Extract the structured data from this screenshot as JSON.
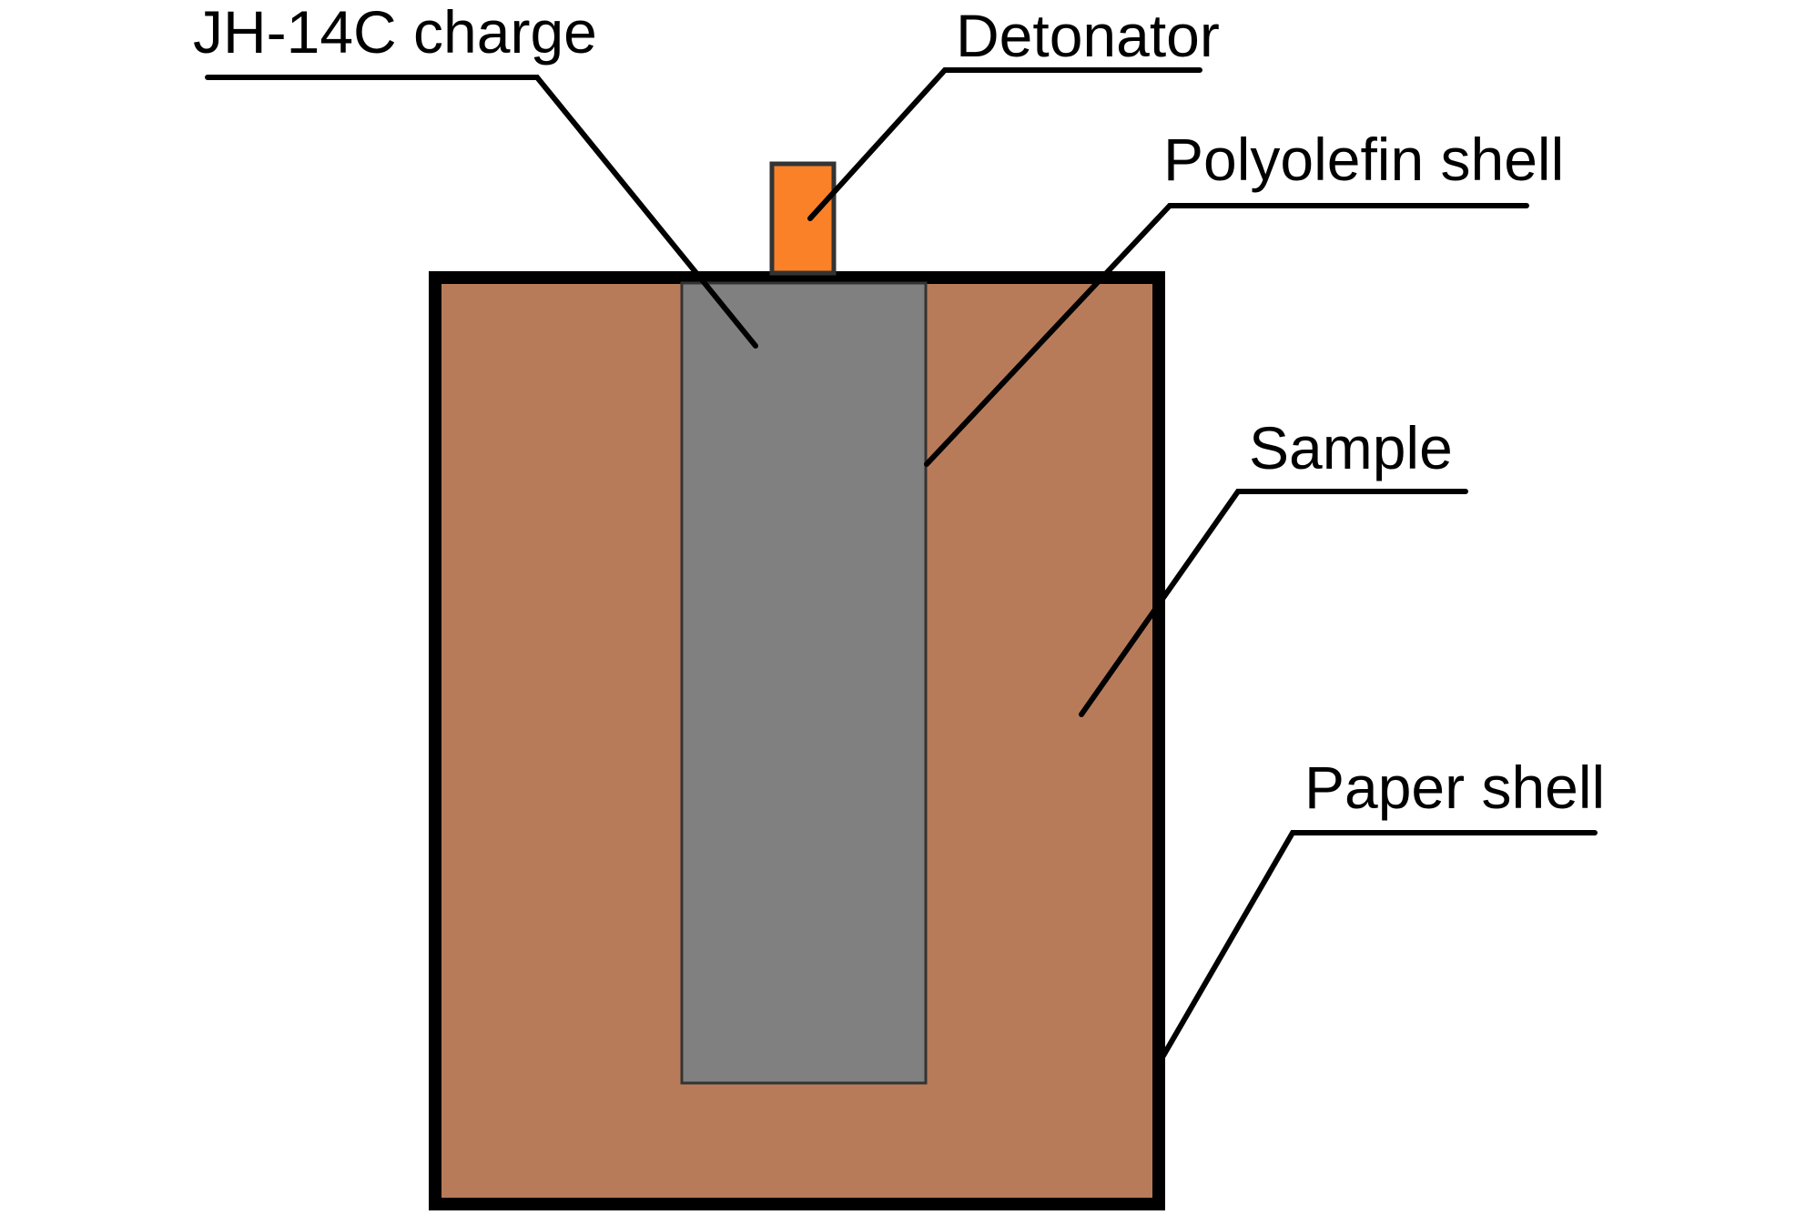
{
  "labels": {
    "charge": "JH-14C charge",
    "detonator": "Detonator",
    "polyolefin_shell": "Polyolefin shell",
    "sample": "Sample",
    "paper_shell": "Paper shell"
  },
  "colors": {
    "background": "#ffffff",
    "sample_fill": "#b87b5a",
    "charge_fill": "#808080",
    "detonator_fill": "#fb8128",
    "outline": "#000000"
  }
}
